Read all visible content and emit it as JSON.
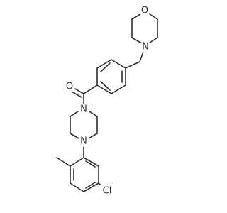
{
  "atoms": [
    {
      "id": "O_morph",
      "label": "O"
    },
    {
      "id": "N_morph",
      "label": "N"
    },
    {
      "id": "O_carbonyl",
      "label": "O"
    },
    {
      "id": "N_pip_top",
      "label": "N"
    },
    {
      "id": "N_pip_bottom",
      "label": "N"
    },
    {
      "id": "Cl",
      "label": "Cl"
    }
  ]
}
